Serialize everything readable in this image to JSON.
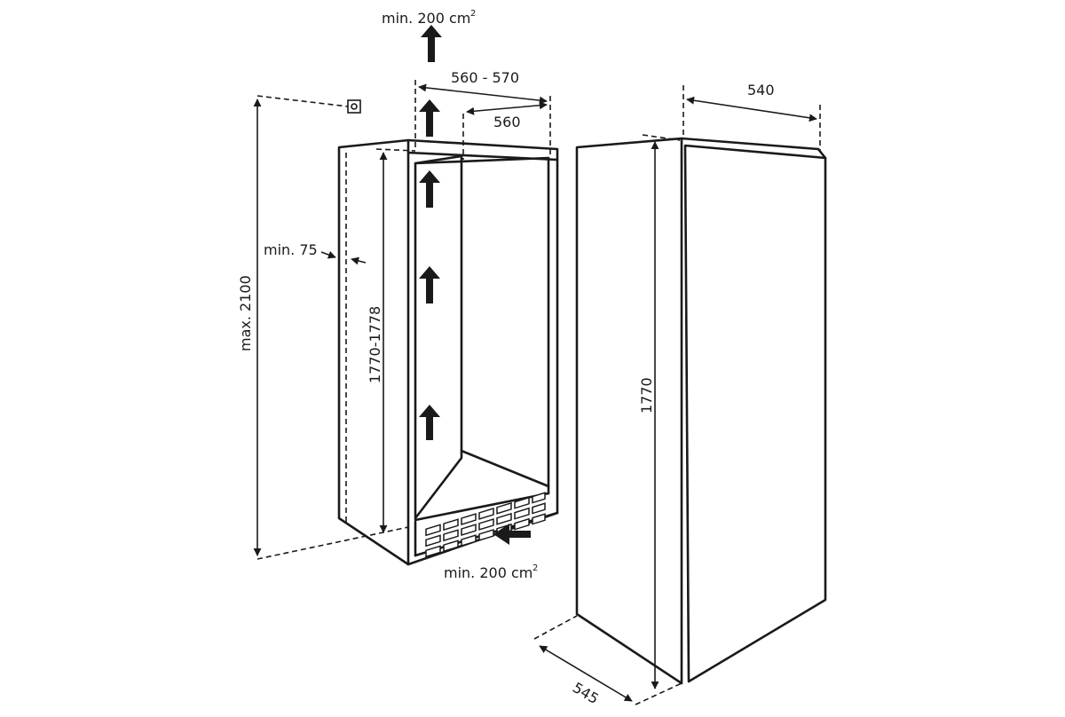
{
  "labels": {
    "vent_top": "min. 200 cm",
    "vent_top_sup": "2",
    "vent_bottom": "min. 200 cm",
    "vent_bottom_sup": "2",
    "niche_width_outer": "560 - 570",
    "niche_width_inner": "560",
    "max_height": "max. 2100",
    "min_gap": "min. 75",
    "niche_height": "1770-1778",
    "appliance_width": "540",
    "appliance_height": "1770",
    "appliance_depth": "545"
  }
}
